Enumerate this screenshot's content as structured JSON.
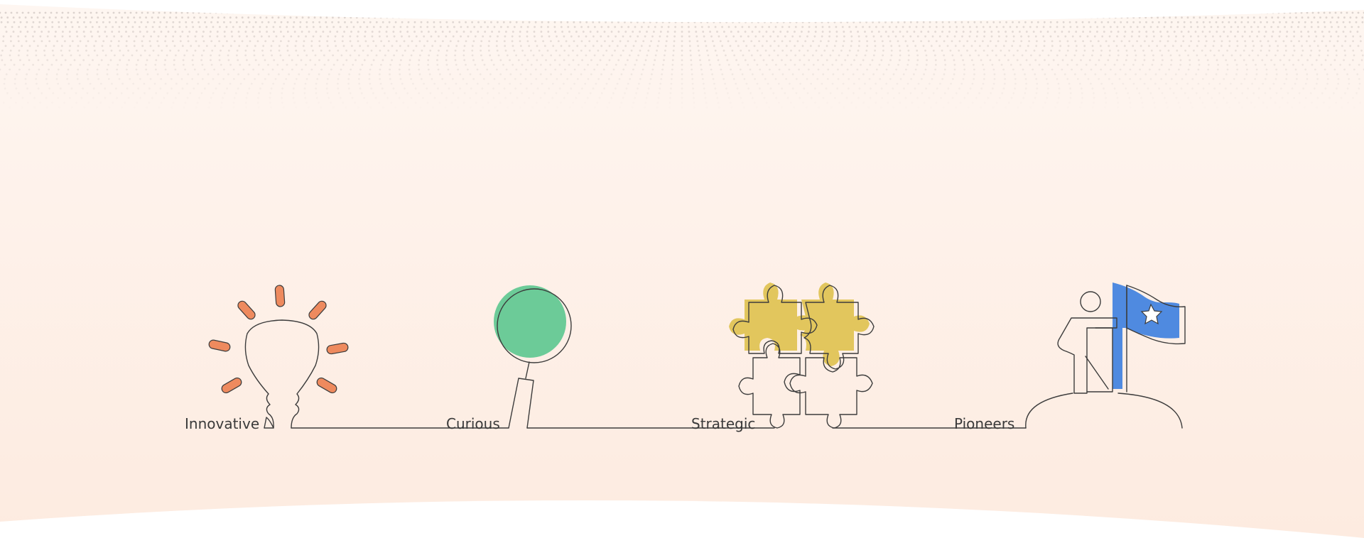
{
  "labels": {
    "innovative": "Innovative",
    "curious": "Curious",
    "strategic": "Strategic",
    "pioneers": "Pioneers"
  },
  "colors": {
    "background_top": "#fef6f1",
    "background_bottom": "#fdebe0",
    "dots": "#d6cdc8",
    "bulb_accent": "#ee8a5e",
    "magnifier_accent": "#6ccb98",
    "puzzle_accent": "#e2c65d",
    "flag_accent": "#4f8ae0",
    "line": "#3c3c3c"
  },
  "icons": [
    "lightbulb-icon",
    "magnifying-glass-icon",
    "puzzle-pieces-icon",
    "person-with-flag-icon"
  ]
}
